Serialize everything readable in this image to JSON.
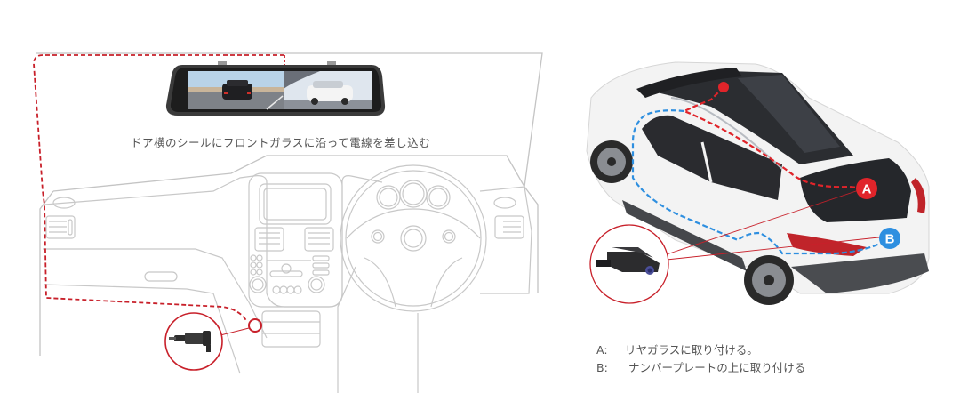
{
  "left_panel": {
    "caption": "ドア横のシールにフロントガラスに沿って電線を差し込む",
    "mirror": {
      "label": "mirror-dashcam"
    },
    "charger": {
      "label": "car-charger"
    }
  },
  "right_panel": {
    "markers": [
      {
        "key": "A",
        "color": "#e0242a"
      },
      {
        "key": "B",
        "color": "#2e8fe0"
      }
    ],
    "legend": [
      {
        "key": "A:",
        "text": "リヤガラスに取り付ける。"
      },
      {
        "key": "B:",
        "text": "ナンバープレートの上に取り付ける"
      }
    ]
  },
  "colors": {
    "route_red": "#c8202a",
    "route_blue": "#2e8fe0",
    "line_gray": "#bdbdbd"
  }
}
